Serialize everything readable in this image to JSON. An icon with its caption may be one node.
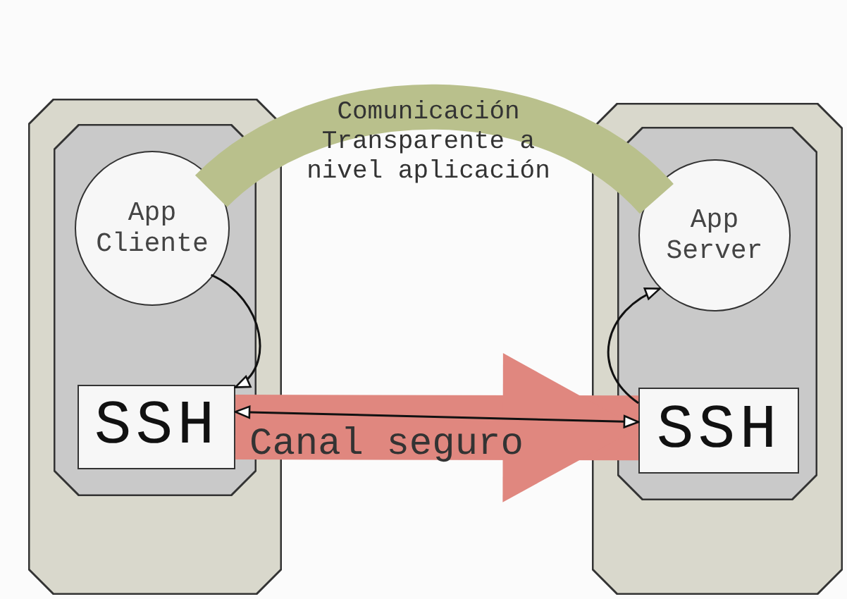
{
  "diagram": {
    "nodes": [
      {
        "text": [],
        "shape": "box"
      },
      {
        "text": [],
        "shape": "box",
        "in": 0
      },
      {
        "text": [
          "App Cliente"
        ],
        "in": 1
      },
      {
        "text": [
          "SSH"
        ],
        "in": 1
      },
      {
        "text": [],
        "shape": "box"
      },
      {
        "text": [],
        "shape": "box",
        "in": 4
      },
      {
        "text": [
          "App Server"
        ],
        "in": 5
      },
      {
        "text": [
          "SSH"
        ],
        "in": 5
      }
    ],
    "edges": [
      {
        "from": 2,
        "to": 6,
        "arrow": "none",
        "label": "Comunicación Transparente a nivel aplicación",
        "style": "thick",
        "color": "#b9c08c"
      },
      {
        "from": 2,
        "to": 3,
        "arrow": "to"
      },
      {
        "from": 3,
        "to": 7,
        "arrow": "to",
        "label": "Canal seguro",
        "style": "thick",
        "color": "#e0877f"
      },
      {
        "from": 3,
        "to": 7,
        "arrow": "both"
      },
      {
        "from": 7,
        "to": 6,
        "arrow": "to"
      }
    ]
  }
}
